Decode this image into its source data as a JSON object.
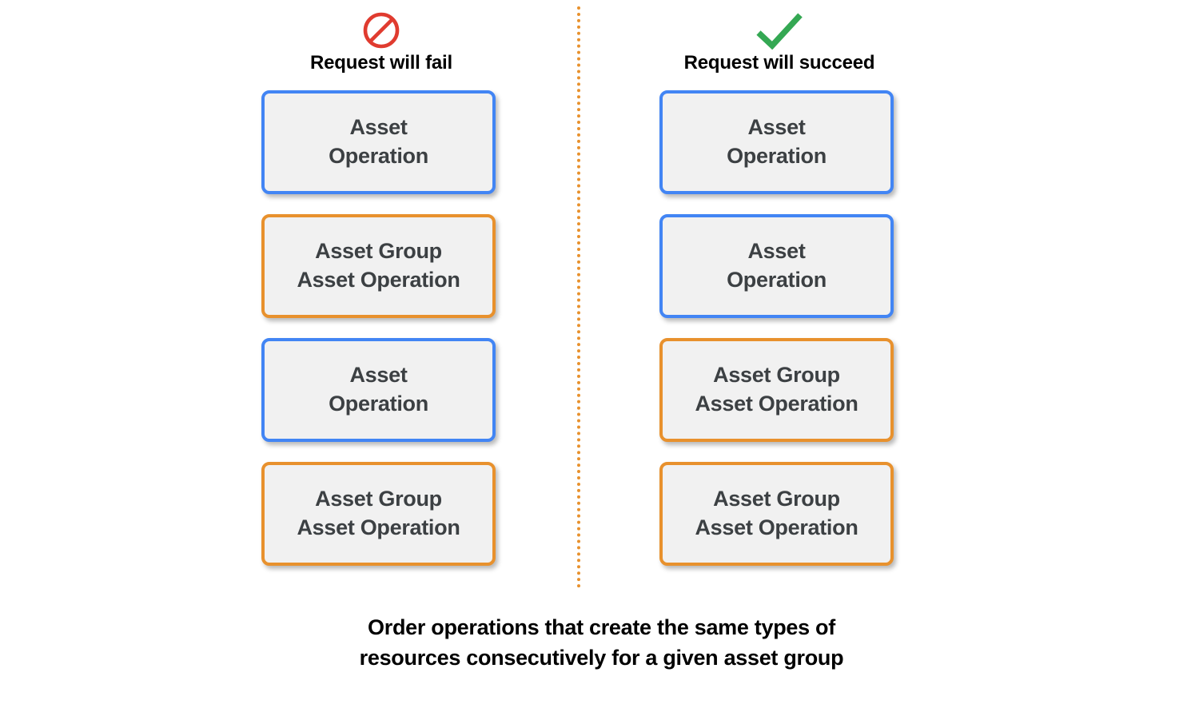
{
  "colors": {
    "blue_border": "#4285f4",
    "orange_border": "#e8912d",
    "box_fill": "#f1f1f1",
    "box_text": "#3c4043",
    "fail_icon": "#e03b2f",
    "success_icon": "#34a853",
    "divider": "#e8912d",
    "background": "#ffffff"
  },
  "columns": [
    {
      "id": "fail",
      "icon": "prohibition-icon",
      "title": "Request will fail",
      "boxes": [
        {
          "label": "Asset\nOperation",
          "type": "asset-operation",
          "border": "blue"
        },
        {
          "label": "Asset Group\nAsset Operation",
          "type": "asset-group-asset-operation",
          "border": "orange"
        },
        {
          "label": "Asset\nOperation",
          "type": "asset-operation",
          "border": "blue"
        },
        {
          "label": "Asset Group\nAsset Operation",
          "type": "asset-group-asset-operation",
          "border": "orange"
        }
      ]
    },
    {
      "id": "succeed",
      "icon": "checkmark-icon",
      "title": "Request will succeed",
      "boxes": [
        {
          "label": "Asset\nOperation",
          "type": "asset-operation",
          "border": "blue"
        },
        {
          "label": "Asset\nOperation",
          "type": "asset-operation",
          "border": "blue"
        },
        {
          "label": "Asset Group\nAsset Operation",
          "type": "asset-group-asset-operation",
          "border": "orange"
        },
        {
          "label": "Asset Group\nAsset Operation",
          "type": "asset-group-asset-operation",
          "border": "orange"
        }
      ]
    }
  ],
  "caption": "Order operations that create the same types of\nresources consecutively for a given asset group"
}
